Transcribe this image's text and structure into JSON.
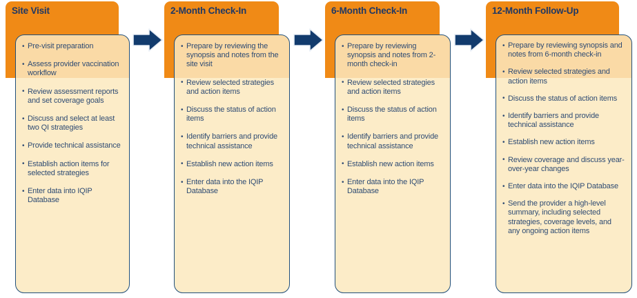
{
  "diagram": {
    "type": "process-flow",
    "orientation": "horizontal",
    "colors": {
      "header_orange": "#F08A16",
      "panel_cream": "#FCECC8",
      "panel_border_navy": "#1F4E79",
      "title_navy": "#1F3864",
      "body_text_navy": "#2E4B73",
      "arrow_navy": "#123B6D"
    },
    "stages": [
      {
        "title": "Site Visit",
        "bullets": [
          "Pre-visit preparation",
          "Assess provider vaccination workflow",
          "Review assessment reports and set coverage goals",
          "Discuss and select at least two QI strategies",
          "Provide technical assistance",
          "Establish action items for selected strategies",
          "Enter data into IQIP Database"
        ]
      },
      {
        "title": "2-Month Check-In",
        "bullets": [
          "Prepare by reviewing the synopsis and notes from the site visit",
          "Review selected strategies and action items",
          "Discuss the status of action items",
          "Identify barriers and provide technical assistance",
          "Establish new action items",
          "Enter data into the IQIP Database"
        ]
      },
      {
        "title": "6-Month Check-In",
        "bullets": [
          "Prepare by reviewing synopsis and notes from 2-month check-in",
          "Review selected strategies and action items",
          "Discuss the status of action items",
          "Identify barriers and provide technical assistance",
          "Establish new action items",
          "Enter data into the IQIP Database"
        ]
      },
      {
        "title": "12-Month Follow-Up",
        "bullets": [
          "Prepare by reviewing synopsis and notes from 6-month check-in",
          "Review selected strategies and action items",
          "Discuss the status of action items",
          "Identify barriers and provide technical assistance",
          "Establish new action items",
          "Review coverage and discuss year-over-year changes",
          "Enter data into the IQIP Database",
          "Send the provider a high-level summary, including selected strategies, coverage levels, and any ongoing action items"
        ]
      }
    ],
    "connectors": [
      {
        "name": "arrow-right-icon"
      },
      {
        "name": "arrow-right-icon"
      },
      {
        "name": "arrow-right-icon"
      }
    ]
  }
}
